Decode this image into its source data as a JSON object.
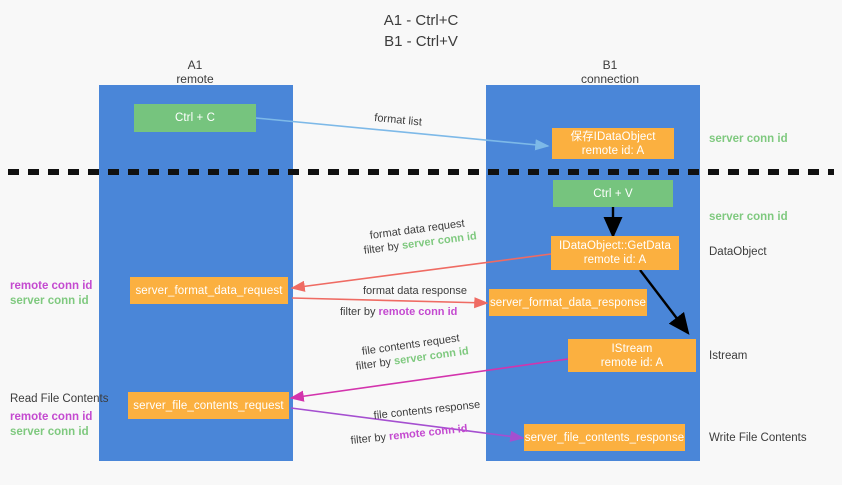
{
  "title": {
    "line1": "A1 - Ctrl+C",
    "line2": "B1 - Ctrl+V"
  },
  "columns": [
    {
      "name": "A1",
      "subtitle": "remote"
    },
    {
      "name": "B1",
      "subtitle": "connection"
    }
  ],
  "nodes": {
    "ctrl_c": {
      "label": "Ctrl + C"
    },
    "save_idataobject": {
      "line1": "保存IDataObject",
      "line2": "remote id: A"
    },
    "ctrl_v": {
      "label": "Ctrl + V"
    },
    "getdata": {
      "line1": "IDataObject::GetData",
      "line2": "remote id: A"
    },
    "istream": {
      "line1": "IStream",
      "line2": "remote id: A"
    },
    "server_format_data_request": {
      "label": "server_format_data_request"
    },
    "server_format_data_response": {
      "label": "server_format_data_response"
    },
    "server_file_contents_request": {
      "label": "server_file_contents_request"
    },
    "server_file_contents_response": {
      "label": "server_file_contents_response"
    }
  },
  "right_labels": {
    "server_conn_id_top": "server conn id",
    "server_conn_id_mid": "server conn id",
    "dataobject": "DataObject",
    "istream": "Istream",
    "write_file_contents": "Write File Contents"
  },
  "left_labels": {
    "group1_remote": "remote conn id",
    "group1_server": "server conn id",
    "read_file_contents": "Read File Contents",
    "group2_remote": "remote conn id",
    "group2_server": "server conn id"
  },
  "edges": {
    "format_list": "format list",
    "format_data_request": "format data request",
    "format_data_request_filter_prefix": "filter by ",
    "format_data_request_filter_value": "server conn id",
    "format_data_response": "format data response",
    "format_data_response_filter_prefix": "filter by ",
    "format_data_response_filter_value": "remote conn id",
    "file_contents_request": "file contents request",
    "file_contents_request_filter_prefix": "filter by ",
    "file_contents_request_filter_value": "server conn id",
    "file_contents_response": "file contents response",
    "file_contents_response_filter_prefix": "filter by ",
    "file_contents_response_filter_value": "remote conn id"
  },
  "colors": {
    "column": "#4a86d8",
    "green_node": "#76c47e",
    "orange_node": "#fbb040",
    "light_blue_arrow": "#7db9e8",
    "red_arrow": "#ef6b63",
    "magenta_arrow": "#d334ad",
    "purple_arrow": "#a54fd0",
    "black_arrow": "#000000",
    "server_conn_id": "#7fc97f",
    "remote_conn_id": "#c44ad0"
  }
}
